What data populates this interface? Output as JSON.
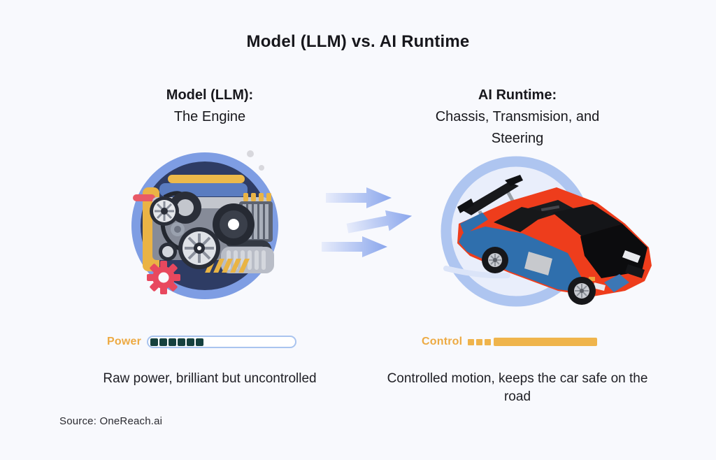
{
  "title": "Model (LLM) vs. AI Runtime",
  "columns": {
    "left": {
      "heading": "Model (LLM):",
      "subheading": "The Engine",
      "illustration": "engine-in-navy-circle",
      "meter": {
        "label": "Power",
        "filled_segments": 6,
        "segment_color": "#16413e",
        "track_border_color": "#a9c4ef",
        "track_fill": "#ffffff"
      },
      "caption": "Raw power, brilliant but uncontrolled"
    },
    "right": {
      "heading": "AI Runtime:",
      "subheading": "Chassis, Transmision, and Steering",
      "illustration": "red-sports-car-in-light-circle",
      "meter": {
        "label": "Control",
        "leading_segments": 3,
        "bar_color": "#efb44c"
      },
      "caption": "Controlled motion, keeps the car safe on the road"
    }
  },
  "connector": {
    "icon": "triple-right-arrows",
    "color_from": "#e7ecfb",
    "color_to": "#8aa6ec"
  },
  "source": "Source: OneReach.ai",
  "colors": {
    "bg": "#f8f9fd",
    "ink": "#18181d",
    "accent_orange": "#edaa43",
    "teal_seg": "#16413e",
    "track_border": "#a9c4ef",
    "control_bar": "#efb44c"
  }
}
